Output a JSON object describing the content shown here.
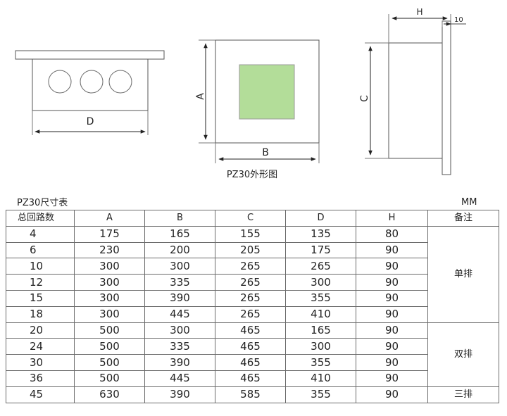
{
  "drawings": {
    "side_view": {
      "dim_label": "D"
    },
    "front_view": {
      "height_label": "A",
      "width_label": "B",
      "caption": "PZ30外形图",
      "window_color": "#b3dd99"
    },
    "profile_view": {
      "height_label": "C",
      "depth_label": "H",
      "thickness_label": "10"
    }
  },
  "table": {
    "title": "PZ30尺寸表",
    "unit": "MM",
    "headers": [
      "总回路数",
      "A",
      "B",
      "C",
      "D",
      "H",
      "备注"
    ],
    "rows": [
      [
        "4",
        "175",
        "165",
        "155",
        "135",
        "80"
      ],
      [
        "6",
        "230",
        "200",
        "205",
        "175",
        "90"
      ],
      [
        "10",
        "300",
        "300",
        "265",
        "265",
        "90"
      ],
      [
        "12",
        "300",
        "335",
        "265",
        "300",
        "90"
      ],
      [
        "15",
        "300",
        "390",
        "265",
        "355",
        "90"
      ],
      [
        "18",
        "300",
        "445",
        "265",
        "410",
        "90"
      ],
      [
        "20",
        "500",
        "300",
        "465",
        "165",
        "90"
      ],
      [
        "24",
        "500",
        "335",
        "465",
        "300",
        "90"
      ],
      [
        "30",
        "500",
        "390",
        "465",
        "355",
        "90"
      ],
      [
        "36",
        "500",
        "445",
        "465",
        "410",
        "90"
      ],
      [
        "45",
        "630",
        "390",
        "585",
        "355",
        "90"
      ]
    ],
    "notes": [
      {
        "text": "单排"
      },
      {
        "text": "双排"
      },
      {
        "text": "三排"
      }
    ]
  }
}
